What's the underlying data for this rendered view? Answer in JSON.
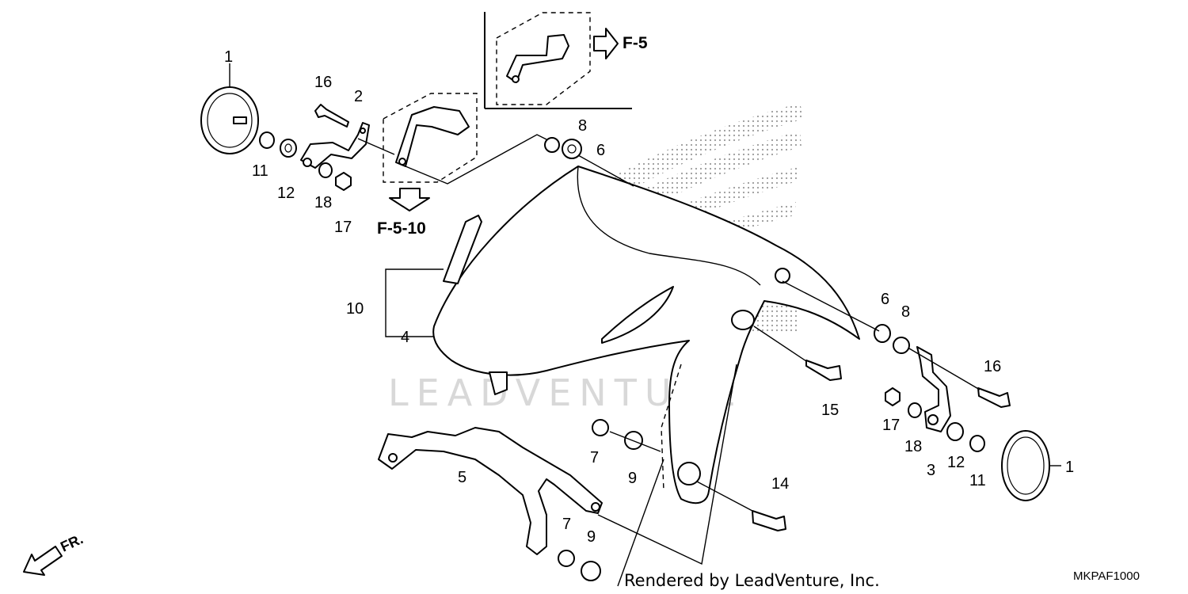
{
  "diagram": {
    "watermark": "LEADVENTURE",
    "credit": "Rendered by LeadVenture, Inc.",
    "diagram_code": "MKPAF1000",
    "front_indicator": "FR.",
    "refs": {
      "top_right": "F-5",
      "top_left": "F-5-10"
    },
    "labels": {
      "p1a": "1",
      "p16a": "16",
      "p2": "2",
      "p11a": "11",
      "p12a": "12",
      "p18a": "18",
      "p17a": "17",
      "p8a": "8",
      "p6a": "6",
      "p10": "10",
      "p4": "4",
      "p6b": "6",
      "p8b": "8",
      "p16b": "16",
      "p15": "15",
      "p17b": "17",
      "p18b": "18",
      "p3": "3",
      "p12b": "12",
      "p11b": "11",
      "p1b": "1",
      "p7a": "7",
      "p9a": "9",
      "p5": "5",
      "p14": "14",
      "p7b": "7",
      "p9b": "9"
    }
  }
}
